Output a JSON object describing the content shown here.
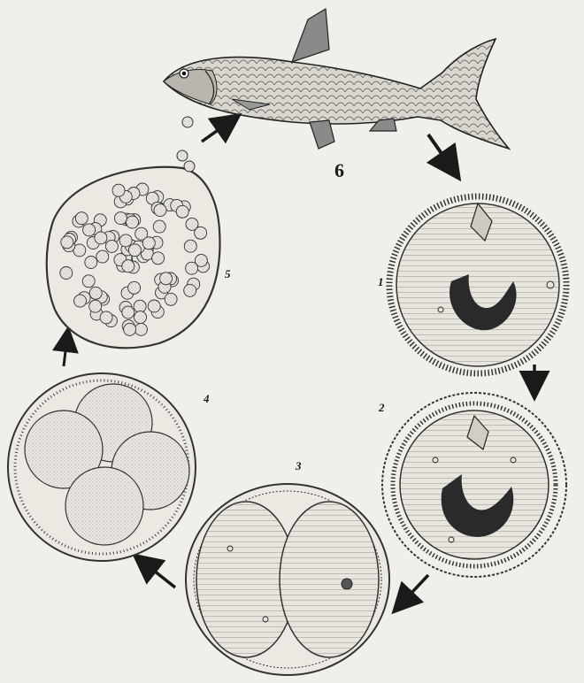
{
  "diagram": {
    "labels": {
      "stage_1": "1",
      "stage_2": "2",
      "stage_3": "3",
      "stage_4": "4",
      "stage_5": "5",
      "stage_6": "6"
    },
    "colors": {
      "background": "#f1efe9",
      "ink": "#1a1a1a",
      "cell_fill": "#e9e6de",
      "nucleus": "#2a2a2a"
    }
  }
}
